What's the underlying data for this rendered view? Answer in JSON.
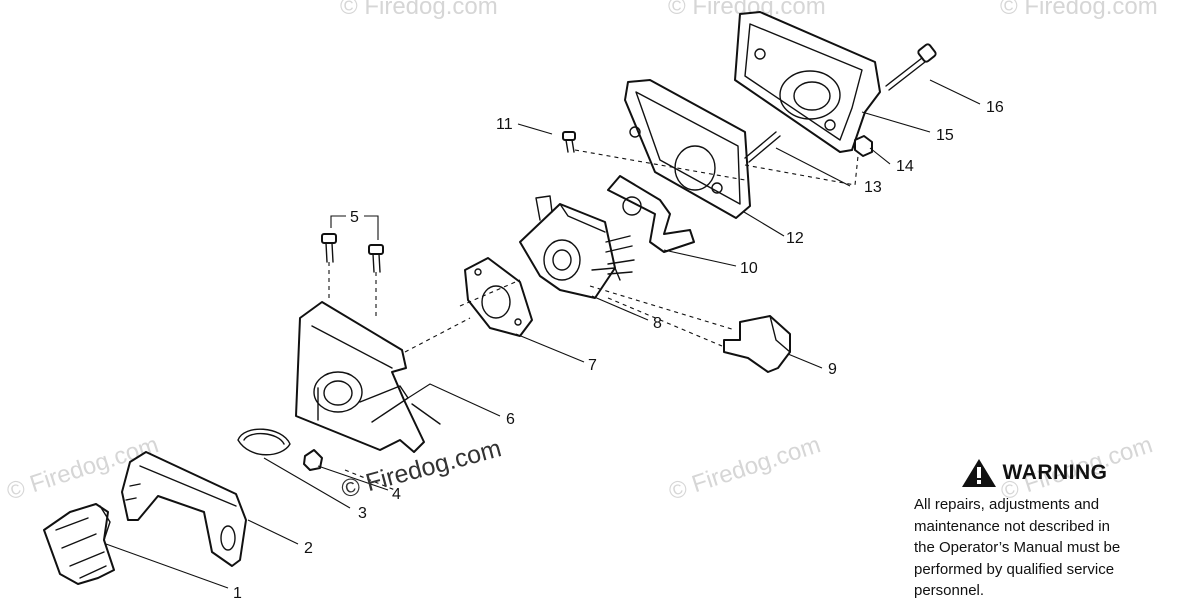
{
  "watermark": {
    "text": "© Firedog.com",
    "color": "#d6d6d6",
    "center_text": "© Firedog.com"
  },
  "callouts": [
    "1",
    "2",
    "3",
    "4",
    "5",
    "6",
    "7",
    "8",
    "9",
    "10",
    "11",
    "12",
    "13",
    "14",
    "15",
    "16"
  ],
  "warning": {
    "title": "WARNING",
    "icon": "warning-triangle-icon",
    "lines": [
      "All repairs, adjustments and",
      "maintenance not described in",
      "the Operator’s Manual must be",
      "performed by qualified service",
      "personnel."
    ]
  }
}
